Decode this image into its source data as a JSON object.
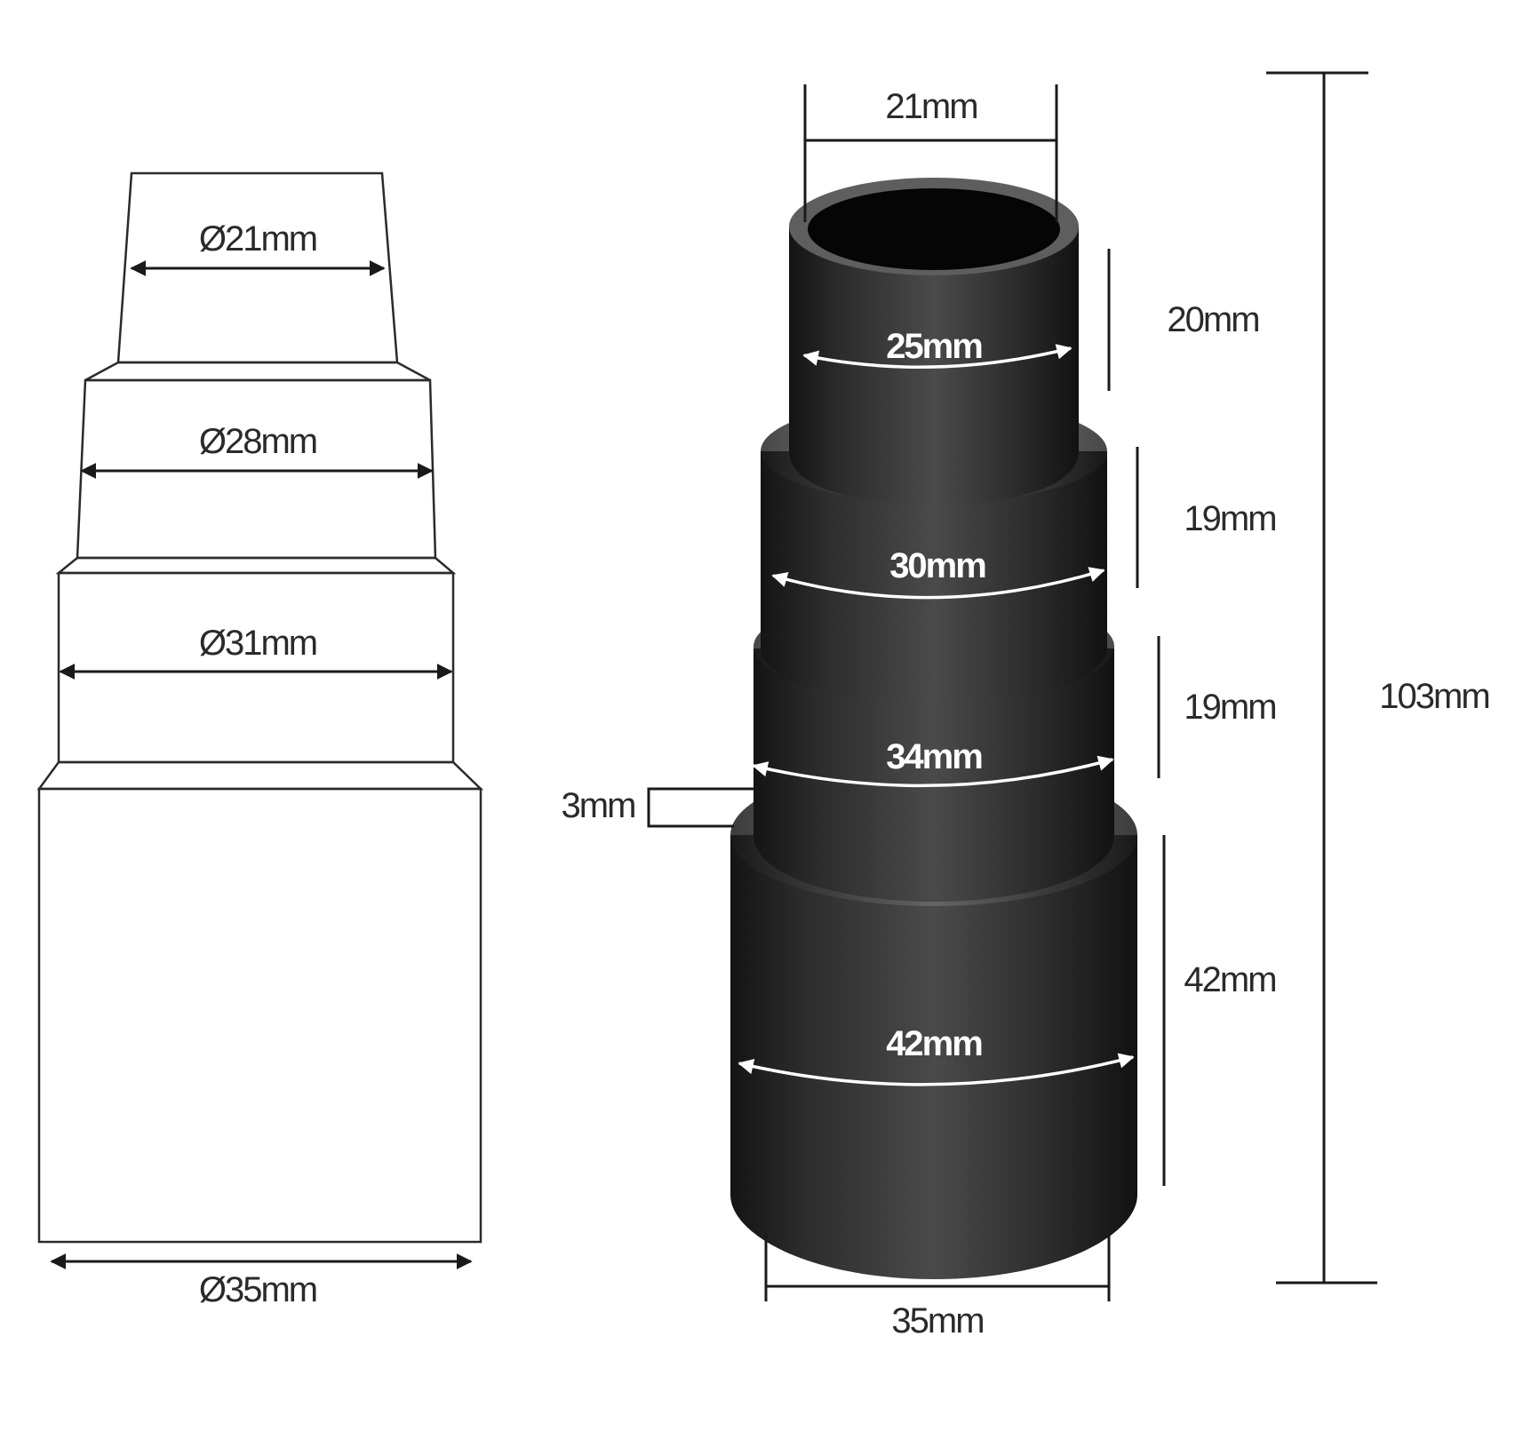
{
  "colors": {
    "background": "#ffffff",
    "line": "#1a1a1a",
    "tube_dark": "#1c1c1c",
    "tube_light": "#5a5a5a",
    "label_on_tube": "#ffffff"
  },
  "left_drawing": {
    "labels": {
      "d1": "Ø21mm",
      "d2": "Ø28mm",
      "d3": "Ø31mm",
      "d4": "Ø35mm"
    }
  },
  "right_drawing": {
    "top_inner": "21mm",
    "section_labels": {
      "s1": "25mm",
      "s2": "30mm",
      "s3": "34mm",
      "s4": "42mm"
    },
    "heights": {
      "h1": "20mm",
      "h2": "19mm",
      "h3": "19mm",
      "h4": "42mm"
    },
    "step": "3mm",
    "bottom": "35mm",
    "total_height": "103mm"
  }
}
